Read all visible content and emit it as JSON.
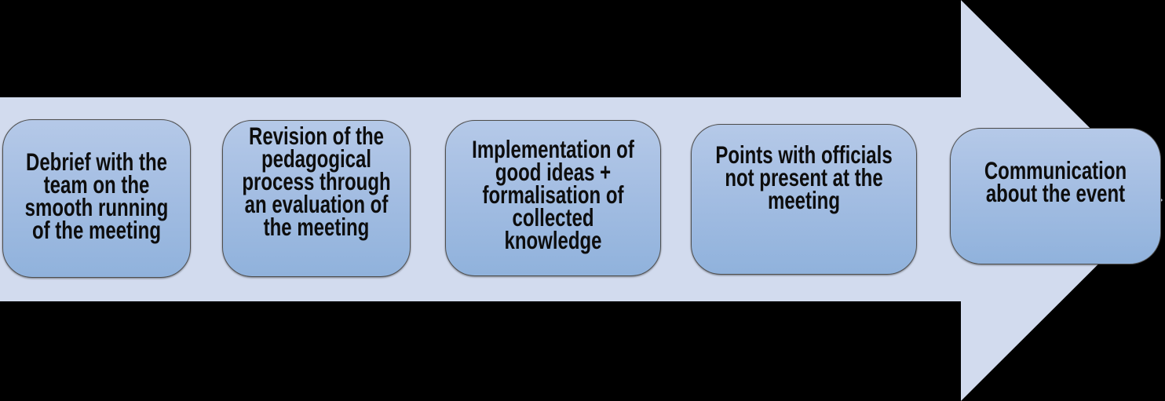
{
  "diagram": {
    "type": "process-arrow-flow",
    "direction": "left-to-right",
    "colors": {
      "background": "#000000",
      "arrow": "#d2dbee",
      "box_gradient_top": "#b5c9e8",
      "box_gradient_bottom": "#90b2dc",
      "box_border": "#4e4e4e",
      "text": "#0d0d0d"
    },
    "steps": [
      {
        "label": "Debrief with the team on the smooth running of the meeting",
        "lines": [
          "Debrief with the",
          "team on the",
          "smooth running",
          "of the meeting"
        ]
      },
      {
        "label": "Revision of the pedagogical process through an evaluation of the meeting",
        "lines": [
          "Revision of the",
          "pedagogical",
          "process through",
          "an evaluation of",
          "the meeting"
        ]
      },
      {
        "label": "Implementation of good ideas + formalisation of collected knowledge",
        "lines": [
          "Implementation of",
          "good ideas +",
          "formalisation of",
          "collected",
          "knowledge"
        ]
      },
      {
        "label": "Points with officials not present at the meeting",
        "lines": [
          "Points with officials",
          "not present at the",
          "meeting"
        ]
      },
      {
        "label": "Communication about the event",
        "lines": [
          "Communication",
          "about the event"
        ]
      }
    ]
  }
}
